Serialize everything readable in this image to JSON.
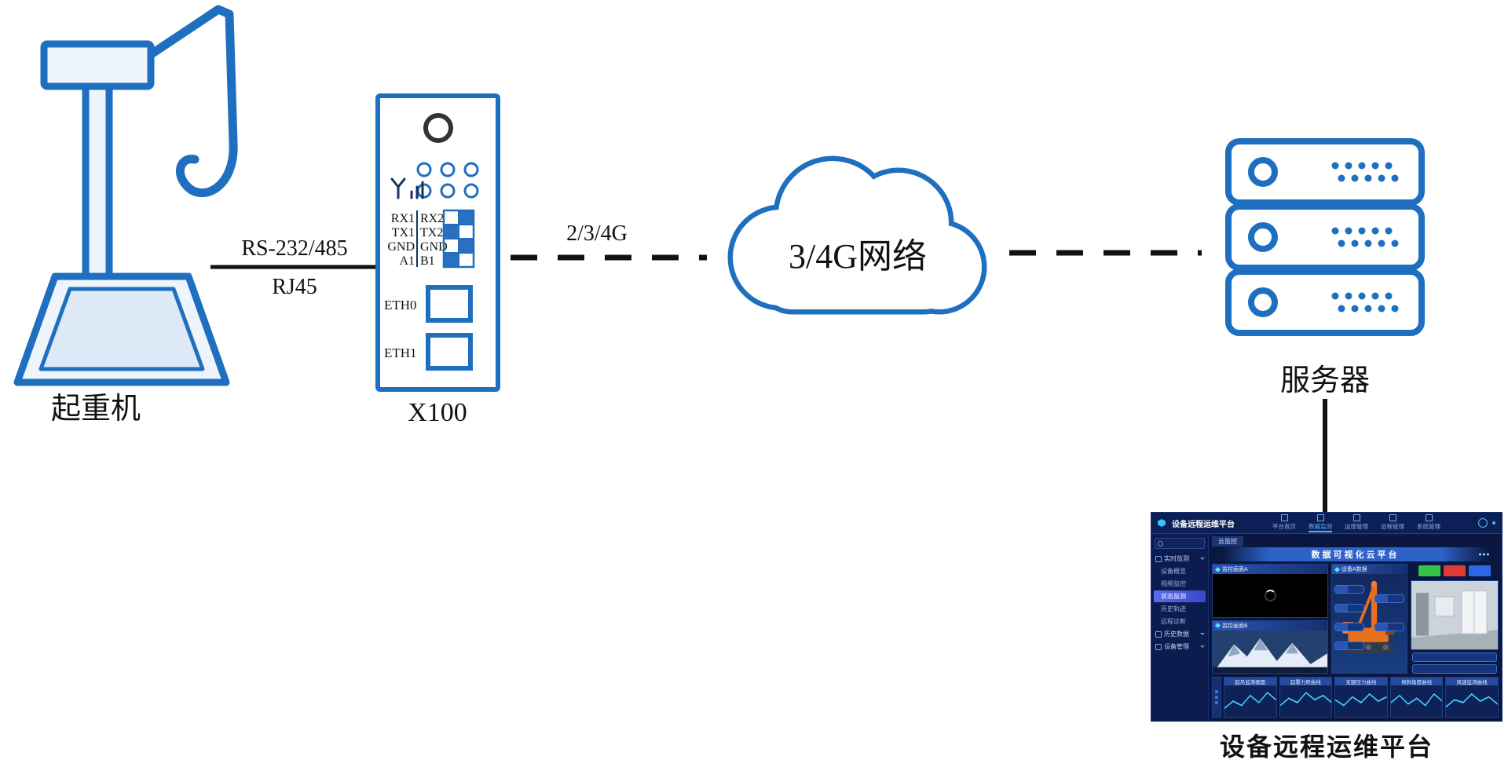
{
  "diagram": {
    "crane_label": "起重机",
    "link_crane_device": {
      "top": "RS-232/485",
      "bottom": "RJ45"
    },
    "device": {
      "name": "X100",
      "terminals_left": [
        "RX1",
        "TX1",
        "GND",
        "A1"
      ],
      "terminals_right": [
        "RX2",
        "TX2",
        "GND",
        "B1"
      ],
      "port1": "ETH0",
      "port2": "ETH1"
    },
    "link_device_cloud": "2/3/4G",
    "cloud_label": "3/4G网络",
    "server_label": "服务器",
    "platform_caption": "设备远程运维平台",
    "colors": {
      "outline_blue": "#1E6FC0",
      "line_black": "#111111"
    }
  },
  "dashboard": {
    "title": "设备远程运维平台",
    "nav": [
      {
        "label": "平台首页"
      },
      {
        "label": "数据监测",
        "active": true
      },
      {
        "label": "运维管理"
      },
      {
        "label": "远程管理"
      },
      {
        "label": "系统管理"
      }
    ],
    "tab": "云监控",
    "banner": "数据可视化云平台",
    "sidebar": [
      {
        "label": "实时监测",
        "section": true
      },
      {
        "label": "设备概览"
      },
      {
        "label": "视频监控"
      },
      {
        "label": "状态监测",
        "active": true
      },
      {
        "label": "历史轨迹"
      },
      {
        "label": "远程诊断"
      },
      {
        "label": "历史数据",
        "section": true
      },
      {
        "label": "设备管理",
        "section": true
      }
    ],
    "panels": {
      "video_a": "监控画面A",
      "video_b": "监控画面B",
      "device_data": "设备A数据"
    },
    "bottom_panels": [
      "起吊监测画面",
      "起重力矩曲线",
      "支腿压力曲线",
      "倾斜角度曲线",
      "风速监测曲线"
    ],
    "status_colors": [
      "#35c24a",
      "#e03a34",
      "#2f66e8"
    ]
  }
}
